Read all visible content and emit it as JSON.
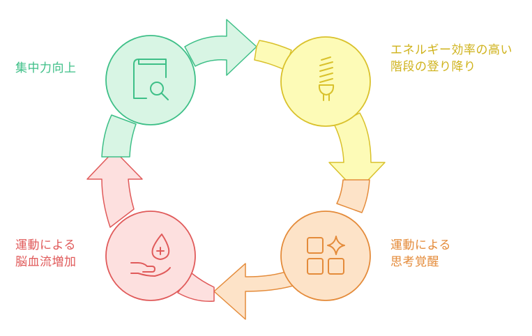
{
  "colors": {
    "green": "#3dbf87",
    "green_fill": "#d8f5e4",
    "yellow": "#d9c12b",
    "yellow_fill": "#fdfbb7",
    "orange": "#e48b3a",
    "orange_fill": "#fde3c8",
    "red": "#e05a5a",
    "red_fill": "#fde0df"
  },
  "steps": [
    {
      "id": "focus",
      "icon": "book-search-icon",
      "color": "green",
      "lines": [
        "集中力向上"
      ]
    },
    {
      "id": "stairs",
      "icon": "lightbulb-icon",
      "color": "yellow",
      "lines": [
        "エネルギー効率の高い",
        "階段の登り降り"
      ]
    },
    {
      "id": "awakening",
      "icon": "grid-sparkle-icon",
      "color": "orange",
      "lines": [
        "運動による",
        "思考覚醒"
      ]
    },
    {
      "id": "bloodflow",
      "icon": "hand-blood-drop-icon",
      "color": "red",
      "lines": [
        "運動による",
        "脳血流増加"
      ]
    }
  ]
}
